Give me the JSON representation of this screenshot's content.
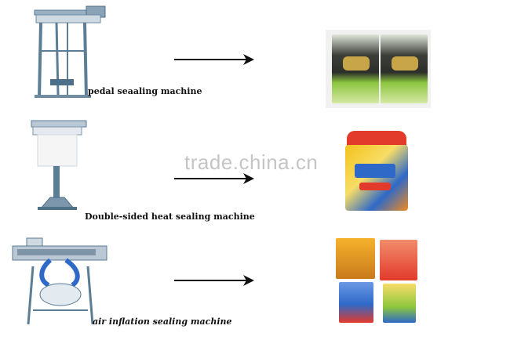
{
  "rows": [
    {
      "label": "pedal seaaling machine"
    },
    {
      "label": "Double-sided heat sealing machine"
    },
    {
      "label": "air inflation sealing machine"
    }
  ],
  "watermark": "trade.china.cn",
  "colors": {
    "arrow": "#111111",
    "machine_frame": "#5b7d96",
    "machine_base": "#7c97ab",
    "pack_green": "#8cc63f",
    "pack_red": "#e23a2b",
    "pack_blue": "#2f69c8",
    "pack_yellow": "#f3c21b"
  }
}
